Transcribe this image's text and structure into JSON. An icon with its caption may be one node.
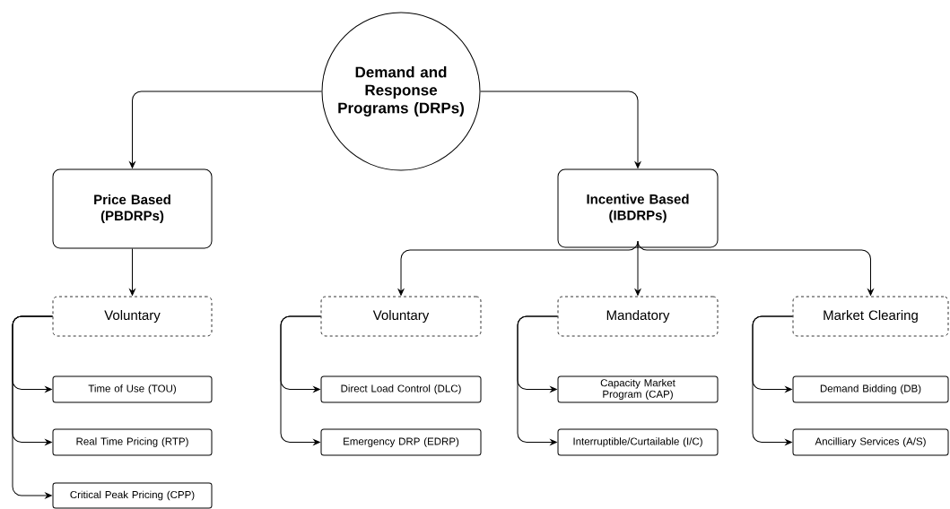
{
  "diagram": {
    "nodes": [
      {
        "text": [
          "Demand and Response Programs (DRPs)"
        ]
      },
      {
        "text": [
          "Price Based (PBDRPs)"
        ]
      },
      {
        "text": [
          "Incentive Based (IBDRPs)"
        ]
      },
      {
        "text": [
          "Voluntary"
        ]
      },
      {
        "text": [
          "Time of Use (TOU)"
        ]
      },
      {
        "text": [
          "Real Time Pricing (RTP)"
        ]
      },
      {
        "text": [
          "Critical Peak Pricing (CPP)"
        ]
      },
      {
        "text": [
          "Voluntary"
        ]
      },
      {
        "text": [
          "Direct Load Control (DLC)"
        ]
      },
      {
        "text": [
          "Emergency DRP (EDRP)"
        ]
      },
      {
        "text": [
          "Mandatory"
        ]
      },
      {
        "text": [
          "Capacity Market Program (CAP)"
        ]
      },
      {
        "text": [
          "Interruptible/Curtailable (I/C)"
        ]
      },
      {
        "text": [
          "Market Clearing"
        ]
      },
      {
        "text": [
          "Demand Bidding (DB)"
        ]
      },
      {
        "text": [
          "Ancilliary Services (A/S)"
        ]
      }
    ],
    "edges": [
      {
        "from": 0,
        "to": 1,
        "arrow": "to"
      },
      {
        "from": 0,
        "to": 2,
        "arrow": "to"
      },
      {
        "from": 1,
        "to": 3,
        "arrow": "to"
      },
      {
        "from": 2,
        "to": 7,
        "arrow": "to"
      },
      {
        "from": 2,
        "to": 10,
        "arrow": "to"
      },
      {
        "from": 2,
        "to": 13,
        "arrow": "to"
      },
      {
        "from": 3,
        "to": 4,
        "arrow": "to"
      },
      {
        "from": 3,
        "to": 5,
        "arrow": "to"
      },
      {
        "from": 3,
        "to": 6,
        "arrow": "to"
      },
      {
        "from": 7,
        "to": 8,
        "arrow": "to"
      },
      {
        "from": 7,
        "to": 9,
        "arrow": "to"
      },
      {
        "from": 10,
        "to": 11,
        "arrow": "to"
      },
      {
        "from": 10,
        "to": 12,
        "arrow": "to"
      },
      {
        "from": 13,
        "to": 14,
        "arrow": "to"
      },
      {
        "from": 13,
        "to": 15,
        "arrow": "to"
      }
    ]
  }
}
